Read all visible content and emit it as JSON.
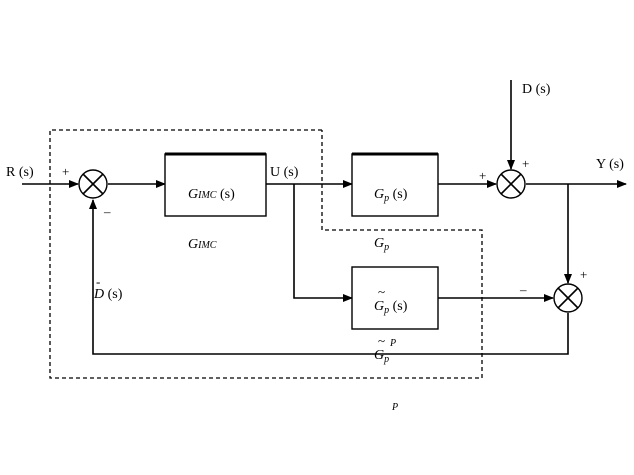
{
  "signals": {
    "reference": "R (s)",
    "control": "U (s)",
    "disturbance": "D (s)",
    "output": "Y (s)",
    "estimated_disturbance_sym": "D",
    "estimated_disturbance_arg": " (s)",
    "estimated_disturbance_hat": "-"
  },
  "blocks": {
    "controller": {
      "sym": "G",
      "sub": "IMC",
      "arg": " (s)"
    },
    "plant": {
      "sym": "G",
      "sub": "p",
      "arg": " (s)"
    },
    "model": {
      "sym": "G",
      "sub": "p",
      "arg": " (s)",
      "hat": "~"
    }
  },
  "region_labels": {
    "controller": {
      "sym": "G",
      "sub": "IMC"
    },
    "plant": {
      "sym": "G",
      "sub": "p"
    },
    "model": {
      "sym": "G",
      "sub": "p",
      "hat": "~",
      "extra": "P"
    },
    "stray": "P"
  },
  "signs": {
    "ref_plus": "+",
    "feedback_minus": "–",
    "dist_plus": "+",
    "plant_plus": "+",
    "model_minus": "–",
    "output_plus": "+"
  }
}
